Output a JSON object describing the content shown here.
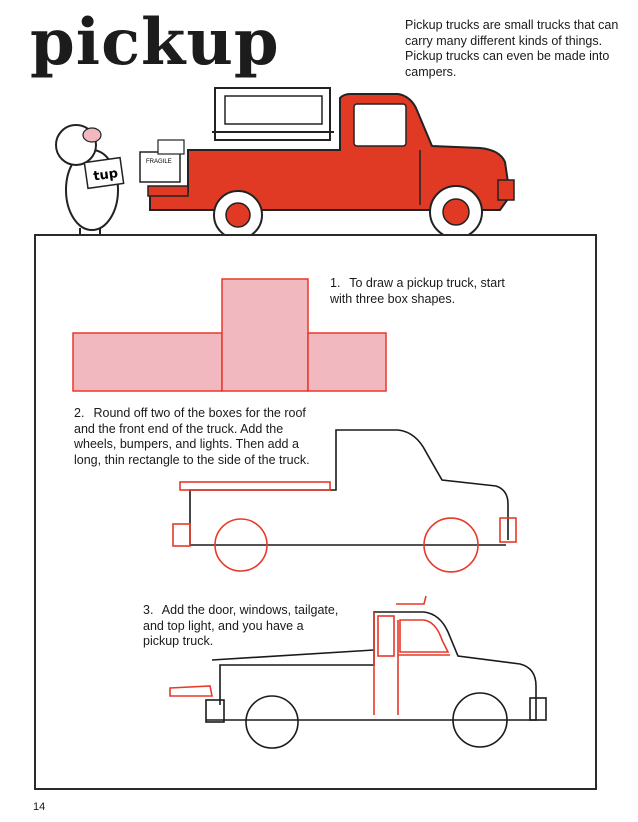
{
  "title": "pickup",
  "intro": "Pickup trucks are small trucks that can carry many different kinds of things. Pickup trucks can even be made into campers.",
  "illustration": {
    "sign": "tup",
    "box_label": "FRAGILE"
  },
  "steps": [
    {
      "number": "1.",
      "text": "To draw a pickup truck, start with three box shapes."
    },
    {
      "number": "2.",
      "text": "Round off two of the boxes for the roof and the front end of the truck. Add the wheels, bumpers, and lights. Then add a long, thin rectangle to the side of the truck."
    },
    {
      "number": "3.",
      "text": "Add the door, windows, tailgate, and top light, and you have a pickup truck."
    }
  ],
  "page_number": "14",
  "colors": {
    "truck_red": "#e03a25",
    "box_pink": "#f2b8c0",
    "outline_red": "#e8392a",
    "ink": "#1a1a1a"
  }
}
